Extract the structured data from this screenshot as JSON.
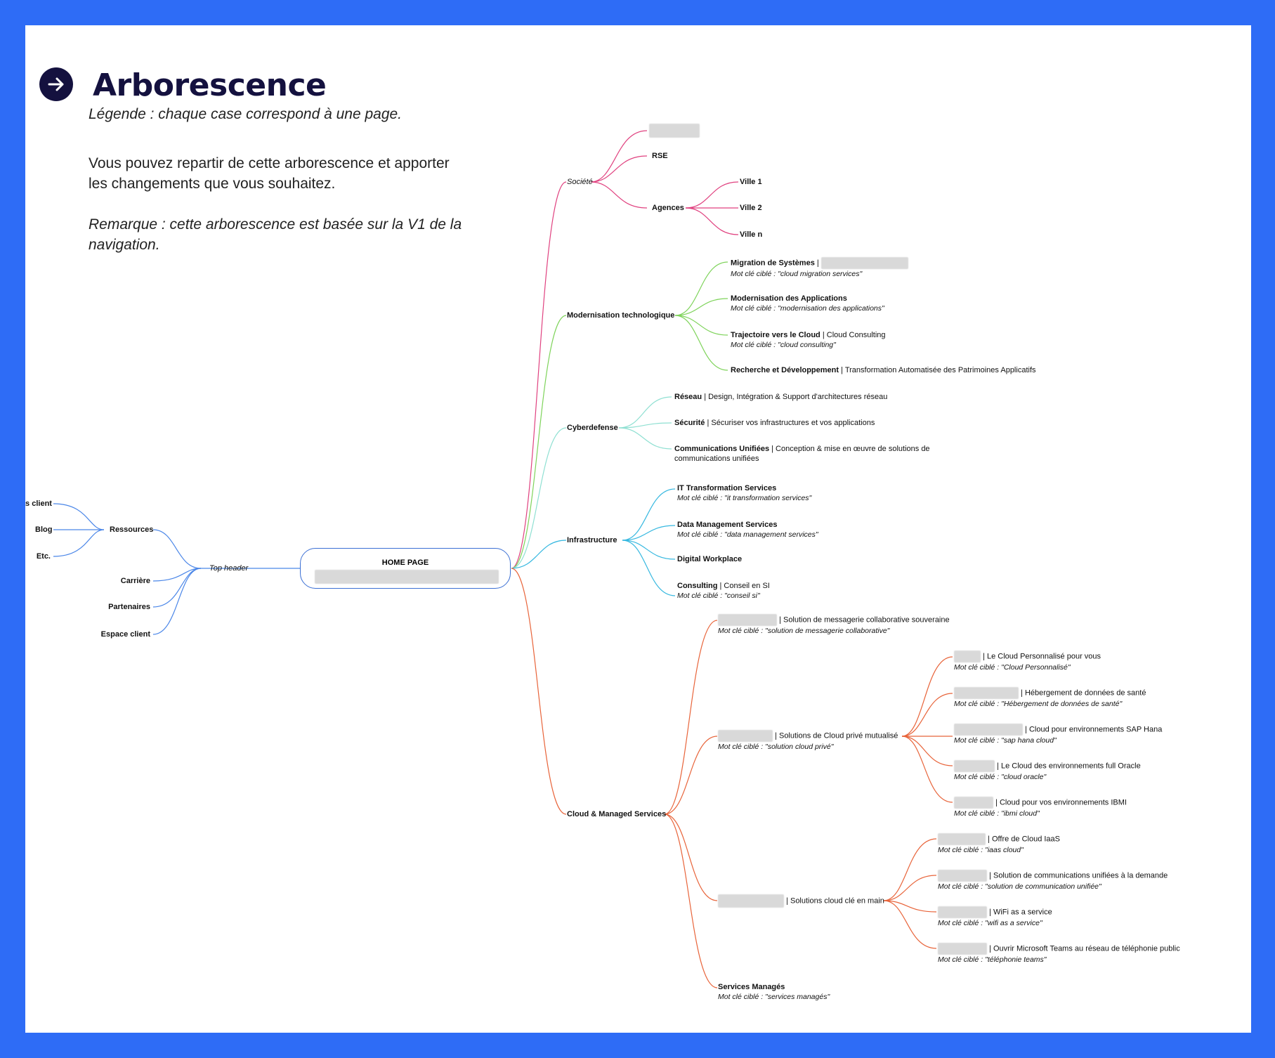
{
  "title": "Arborescence",
  "intro": {
    "legend": "Légende : chaque case correspond à une page.",
    "p1_line1": "Vous pouvez repartir de cette arborescence et apporter",
    "p1_line2": "les changements que vous souhaitez.",
    "remark_line1": "Remarque : cette arborescence est basée sur la V1 de la",
    "remark_line2": "navigation."
  },
  "colors": {
    "frame": "#2e6cf6",
    "blue_branch": "#4a86e8",
    "societe": "#e0417f",
    "modernisation": "#7ed35a",
    "cyber": "#8fe0d2",
    "infra": "#36b8e0",
    "cloud": "#e8643a"
  },
  "home": {
    "label": "HOME PAGE"
  },
  "left": {
    "top_header": "Top header",
    "ressources": "Ressources",
    "cas_client": "Cas client",
    "blog": "Blog",
    "etc": "Etc.",
    "carriere": "Carrière",
    "partenaires": "Partenaires",
    "espace_client": "Espace client"
  },
  "societe": {
    "label": "Société",
    "rse": "RSE",
    "agences": "Agences",
    "ville1": "Ville 1",
    "ville2": "Ville 2",
    "villen": "Ville n"
  },
  "modernisation": {
    "label": "Modernisation technologique",
    "items": [
      {
        "title": "Migration de Systèmes",
        "sep": " | ",
        "kw": "Mot clé ciblé : \"cloud migration services\""
      },
      {
        "title": "Modernisation des Applications",
        "kw": "Mot clé ciblé : \"modernisation des applications\""
      },
      {
        "title": "Trajectoire vers le Cloud",
        "desc": " | Cloud Consulting",
        "kw": "Mot clé ciblé : \"cloud consulting\""
      },
      {
        "title": "Recherche et Développement",
        "desc": " | Transformation Automatisée des Patrimoines Applicatifs"
      }
    ]
  },
  "cyber": {
    "label": "Cyberdefense",
    "items": [
      {
        "title": "Réseau",
        "desc": " | Design, Intégration & Support d'architectures réseau"
      },
      {
        "title": "Sécurité",
        "desc": " | Sécuriser vos infrastructures et vos applications"
      },
      {
        "title": "Communications Unifiées",
        "desc": " | Conception & mise en œuvre de solutions de communications unifiées"
      }
    ]
  },
  "infra": {
    "label": "Infrastructure",
    "items": [
      {
        "title": "IT Transformation Services",
        "kw": "Mot clé ciblé : \"it transformation services\""
      },
      {
        "title": "Data Management Services",
        "kw": "Mot clé ciblé : \"data management services\""
      },
      {
        "title": "Digital Workplace"
      },
      {
        "title": "Consulting",
        "desc": " | Conseil en SI",
        "kw": "Mot clé ciblé : \"conseil si\""
      }
    ]
  },
  "cloud": {
    "label": "Cloud & Managed Services",
    "messagerie": {
      "desc": "| Solution de messagerie collaborative souveraine",
      "kw": "Mot clé ciblé : \"solution de messagerie collaborative\""
    },
    "prive": {
      "desc": "| Solutions de Cloud privé mutualisé",
      "kw": "Mot clé ciblé : \"solution cloud privé\""
    },
    "prive_children": [
      {
        "desc": "| Le Cloud Personnalisé pour vous",
        "kw": "Mot clé ciblé : \"Cloud Personnalisé\""
      },
      {
        "desc": "| Hébergement de données de santé",
        "kw": "Mot clé ciblé : \"Hébergement de données de santé\""
      },
      {
        "desc": "| Cloud pour environnements SAP Hana",
        "kw": "Mot clé ciblé : \"sap hana cloud\""
      },
      {
        "desc": "| Le Cloud des environnements full Oracle",
        "kw": "Mot clé ciblé : \"cloud oracle\""
      },
      {
        "desc": "| Cloud pour vos environnements IBMI",
        "kw": "Mot clé ciblé : \"ibmi cloud\""
      }
    ],
    "cle": {
      "desc": "| Solutions cloud clé en main"
    },
    "cle_children": [
      {
        "desc": "| Offre de Cloud IaaS",
        "kw": "Mot clé ciblé : \"iaas cloud\""
      },
      {
        "desc": "| Solution de communications unifiées à la demande",
        "kw": "Mot clé ciblé : \"solution de communication unifiée\""
      },
      {
        "desc": "| WiFi as a service",
        "kw": "Mot clé ciblé : \"wifi as a service\""
      },
      {
        "desc": "| Ouvrir Microsoft Teams au réseau de téléphonie public",
        "kw": "Mot clé ciblé : \"téléphonie teams\""
      }
    ],
    "manages": {
      "title": "Services Managés",
      "kw": "Mot clé ciblé : \"services managés\""
    }
  }
}
